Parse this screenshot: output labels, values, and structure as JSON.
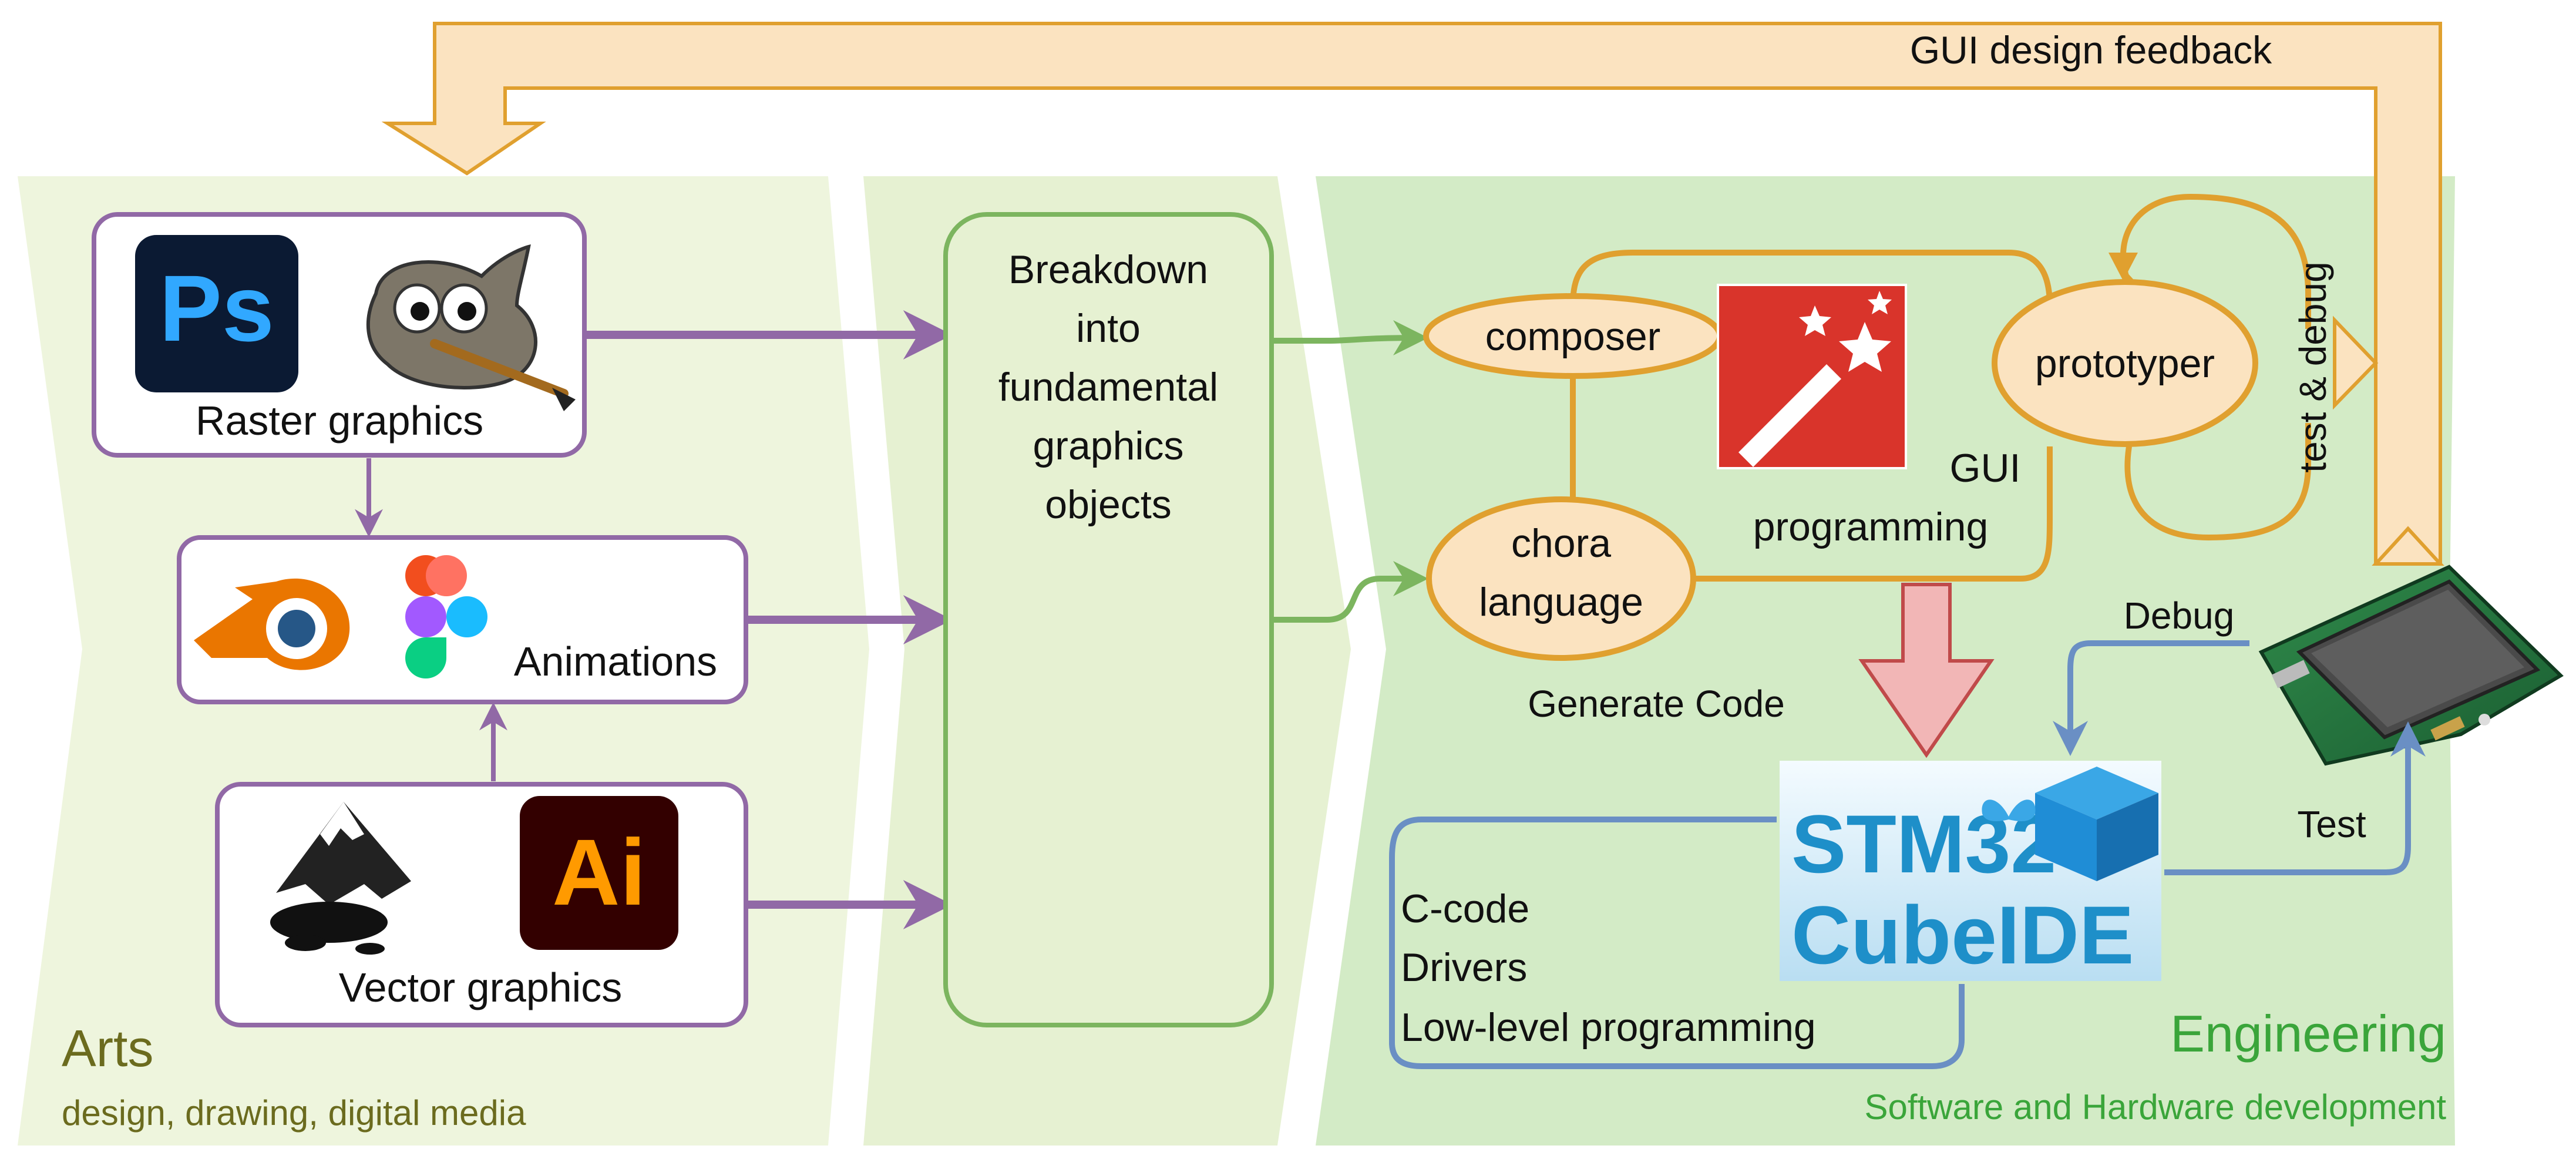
{
  "feedback": {
    "label": "GUI design feedback"
  },
  "arts": {
    "title": "Arts",
    "subtitle": "design, drawing, digital media",
    "raster": {
      "label": "Raster graphics",
      "ps_logo_text": "Ps"
    },
    "animations": {
      "label": "Animations"
    },
    "vector": {
      "label": "Vector graphics",
      "ai_logo_text": "Ai"
    }
  },
  "breakdown": {
    "lines": [
      "Breakdown",
      "into",
      "fundamental",
      "graphics",
      "objects"
    ]
  },
  "engineering": {
    "title": "Engineering",
    "subtitle": "Software and Hardware development",
    "composer": "composer",
    "chora": [
      "chora",
      "language"
    ],
    "prototyper": "prototyper",
    "gui_programming": [
      "GUI",
      "programming"
    ],
    "test_debug": "test & debug",
    "generate_code": "Generate Code",
    "debug": "Debug",
    "test": "Test",
    "stm32": {
      "line1": "STM32",
      "line2": "CubeIDE"
    },
    "low_level": [
      "C-code",
      "Drivers",
      "Low-level programming"
    ]
  },
  "colors": {
    "arts_bg": "#eef5dd",
    "mid_bg": "#e6f1d2",
    "eng_bg": "#d3ebc6",
    "purple": "#9169a6",
    "green": "#7cb55f",
    "orange": "#e0a02f",
    "orange_fill": "#fbe3c0",
    "blue": "#6a8fc4",
    "red_arrow": "#f2b6b6",
    "red_arrow_stroke": "#c04a4a",
    "arts_title": "#6b6b1e",
    "eng_title": "#3aa53a"
  },
  "icons": [
    "photoshop-icon",
    "gimp-icon",
    "blender-icon",
    "figma-icon",
    "inkscape-icon",
    "illustrator-icon",
    "magic-wand-icon",
    "stm32-cube-icon",
    "butterfly-icon",
    "dev-board-icon"
  ]
}
